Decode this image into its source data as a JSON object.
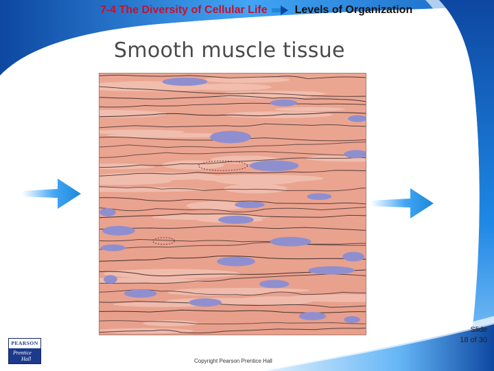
{
  "header": {
    "section_title": "7-4 The Diversity of Cellular Life",
    "topic_title": "Levels of Organization"
  },
  "slide": {
    "title": "Smooth muscle tissue",
    "counter_line1": "Slide",
    "counter_line2": "18 of 30",
    "copyright": "Copyright Pearson Prentice Hall"
  },
  "logo": {
    "brand": "PEARSON",
    "sub_line1": "Prentice",
    "sub_line2": "Hall"
  },
  "colors": {
    "section_title": "#c8102e",
    "arrow_blue": "#1e88d8",
    "tissue_base": "#eaa48f",
    "nucleus": "#8f8fd0",
    "frame_blue": "#1565c0"
  },
  "icons": {
    "header_arrow": "arrow-right-icon",
    "left_arrow": "arrow-right-icon",
    "right_arrow": "arrow-right-icon"
  }
}
